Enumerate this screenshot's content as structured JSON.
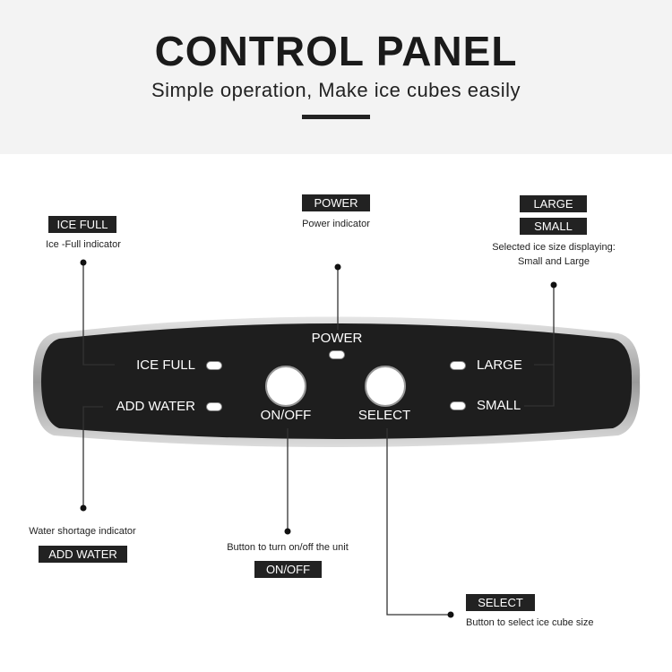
{
  "header": {
    "title": "CONTROL PANEL",
    "subtitle": "Simple operation, Make ice cubes easily"
  },
  "callouts": {
    "power": {
      "tag": "POWER",
      "caption": "Power indicator"
    },
    "ice_full": {
      "tag": "ICE FULL",
      "caption": "Ice -Full indicator"
    },
    "size": {
      "tag_large": "LARGE",
      "tag_small": "SMALL",
      "caption_1": "Selected ice size displaying:",
      "caption_2": "Small and Large"
    },
    "add_water": {
      "tag": "ADD WATER",
      "caption": "Water shortage indicator"
    },
    "on_off": {
      "tag": "ON/OFF",
      "caption": "Button to turn on/off the unit"
    },
    "select": {
      "tag": "SELECT",
      "caption": "Button to select ice cube size"
    }
  },
  "panel": {
    "power": "POWER",
    "ice_full": "ICE FULL",
    "add_water": "ADD WATER",
    "on_off": "ON/OFF",
    "select": "SELECT",
    "large": "LARGE",
    "small": "SMALL"
  }
}
